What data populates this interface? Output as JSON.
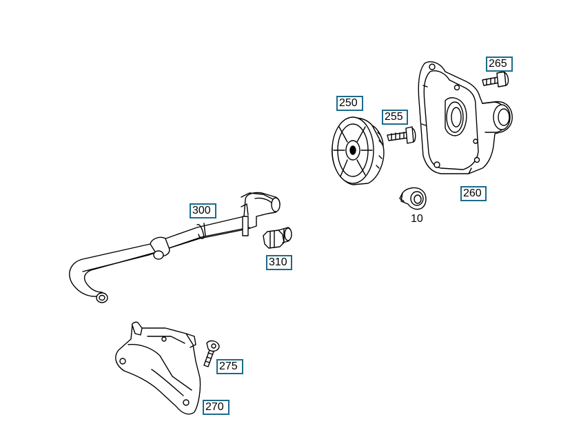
{
  "callouts": {
    "c250": "250",
    "c255": "255",
    "c260": "260",
    "c265": "265",
    "c300": "300",
    "c310": "310",
    "c275": "275",
    "c270": "270"
  },
  "plain_labels": {
    "l10": "10"
  },
  "colors": {
    "callout_border": "#1a6a8a",
    "line": "#000000",
    "fill": "#ffffff"
  }
}
